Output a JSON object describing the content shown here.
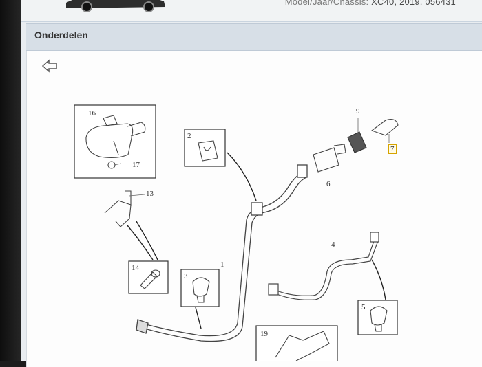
{
  "header": {
    "vehicle_label": "Model/Jaar/Chassis:",
    "vehicle_value": "XC40, 2019, 056431"
  },
  "section": {
    "title": "Onderdelen"
  },
  "diagram": {
    "callouts": [
      "16",
      "17",
      "2",
      "9",
      "7",
      "6",
      "13",
      "4",
      "1",
      "14",
      "3",
      "5",
      "19"
    ]
  }
}
